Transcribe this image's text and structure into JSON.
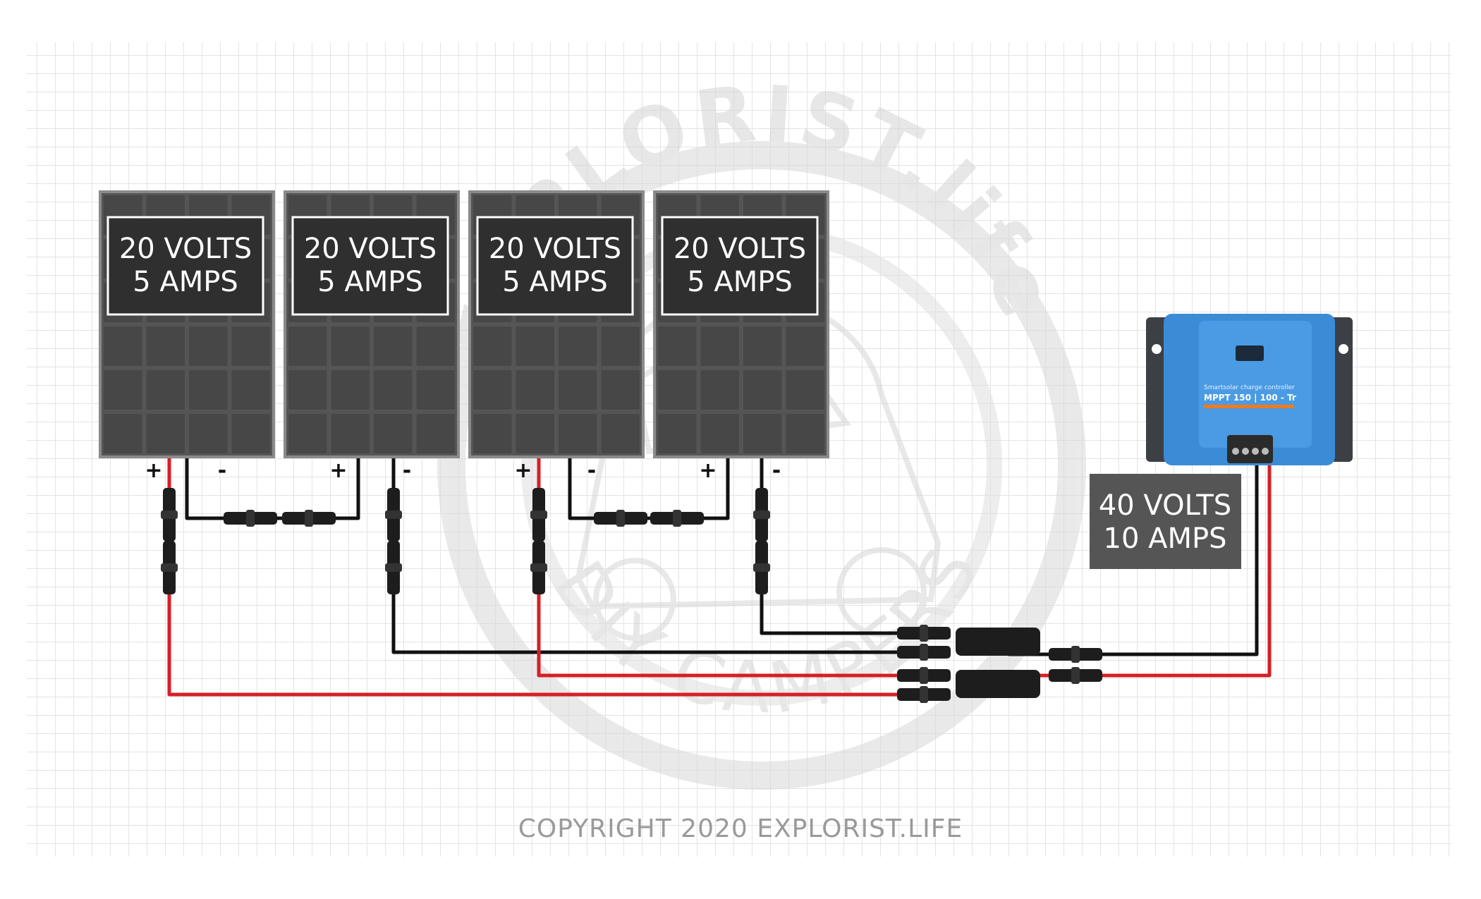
{
  "panels": [
    {
      "volts_label": "20 VOLTS",
      "amps_label": "5 AMPS",
      "pos_label": "+",
      "neg_label": "-"
    },
    {
      "volts_label": "20 VOLTS",
      "amps_label": "5 AMPS",
      "pos_label": "+",
      "neg_label": "-"
    },
    {
      "volts_label": "20 VOLTS",
      "amps_label": "5 AMPS",
      "pos_label": "+",
      "neg_label": "-"
    },
    {
      "volts_label": "20 VOLTS",
      "amps_label": "5 AMPS",
      "pos_label": "+",
      "neg_label": "-"
    }
  ],
  "output": {
    "volts_label": "40 VOLTS",
    "amps_label": "10 AMPS"
  },
  "controller": {
    "line1": "Smartsolar charge controller",
    "model": "MPPT 150 | 100 - Tr",
    "color": "#3b8bd6"
  },
  "watermark": {
    "top_text": "EXPLORIST.life",
    "bottom_text": "DIY CAMPERS"
  },
  "copyright": "COPYRIGHT 2020 EXPLORIST.LIFE",
  "colors": {
    "positive_wire": "#d61f26",
    "negative_wire": "#111111",
    "panel": "#555555",
    "panel_frame": "#8a8a8a"
  }
}
